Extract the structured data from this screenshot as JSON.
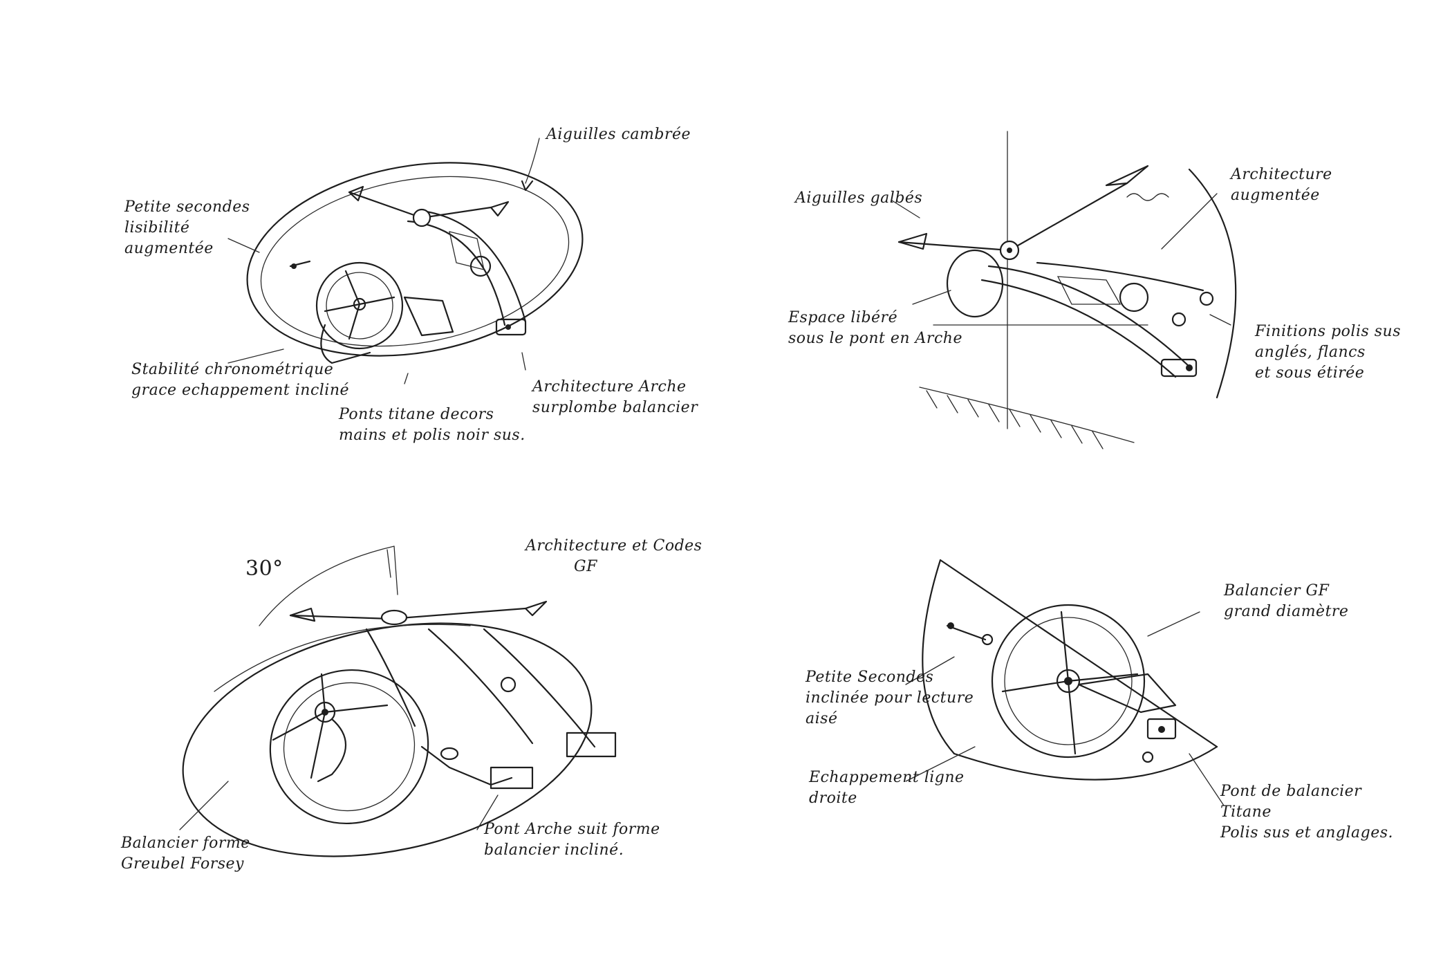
{
  "sketches": [
    {
      "id": "top-left",
      "notes": [
        {
          "key": "aiguilles",
          "lines": [
            "Aiguilles cambrée"
          ]
        },
        {
          "key": "petite",
          "lines": [
            "Petite secondes",
            "lisibilité",
            "augmentée"
          ]
        },
        {
          "key": "stabilite",
          "lines": [
            "Stabilité chronométrique",
            "grace echappement incliné"
          ]
        },
        {
          "key": "ponts",
          "lines": [
            "Ponts titane decors",
            "mains et polis noir sus."
          ]
        },
        {
          "key": "archi",
          "lines": [
            "Architecture Arche",
            "surplombe balancier"
          ]
        }
      ]
    },
    {
      "id": "top-right",
      "notes": [
        {
          "key": "aiguilles",
          "lines": [
            "Aiguilles galbés"
          ]
        },
        {
          "key": "archi",
          "lines": [
            "Architecture",
            "augmentée"
          ]
        },
        {
          "key": "espace",
          "lines": [
            "Espace libéré",
            "sous le pont en Arche"
          ]
        },
        {
          "key": "finitions",
          "lines": [
            "Finitions polis sus",
            "anglés, flancs",
            "et sous étirée"
          ]
        }
      ]
    },
    {
      "id": "bottom-left",
      "angle_label": "30°",
      "notes": [
        {
          "key": "archi",
          "lines": [
            "Architecture et Codes",
            "GF"
          ]
        },
        {
          "key": "balancier",
          "lines": [
            "Balancier forme",
            "Greubel Forsey"
          ]
        },
        {
          "key": "pont",
          "lines": [
            "Pont Arche suit forme",
            "balancier incliné."
          ]
        }
      ]
    },
    {
      "id": "bottom-right",
      "notes": [
        {
          "key": "balancier",
          "lines": [
            "Balancier GF",
            "grand diamètre"
          ]
        },
        {
          "key": "petite",
          "lines": [
            "Petite Secondes",
            "inclinée pour lecture",
            "aisé"
          ]
        },
        {
          "key": "echap",
          "lines": [
            "Echappement ligne",
            "droite"
          ]
        },
        {
          "key": "pont",
          "lines": [
            "Pont de balancier",
            "Titane",
            "Polis sus et anglages."
          ]
        }
      ]
    }
  ]
}
